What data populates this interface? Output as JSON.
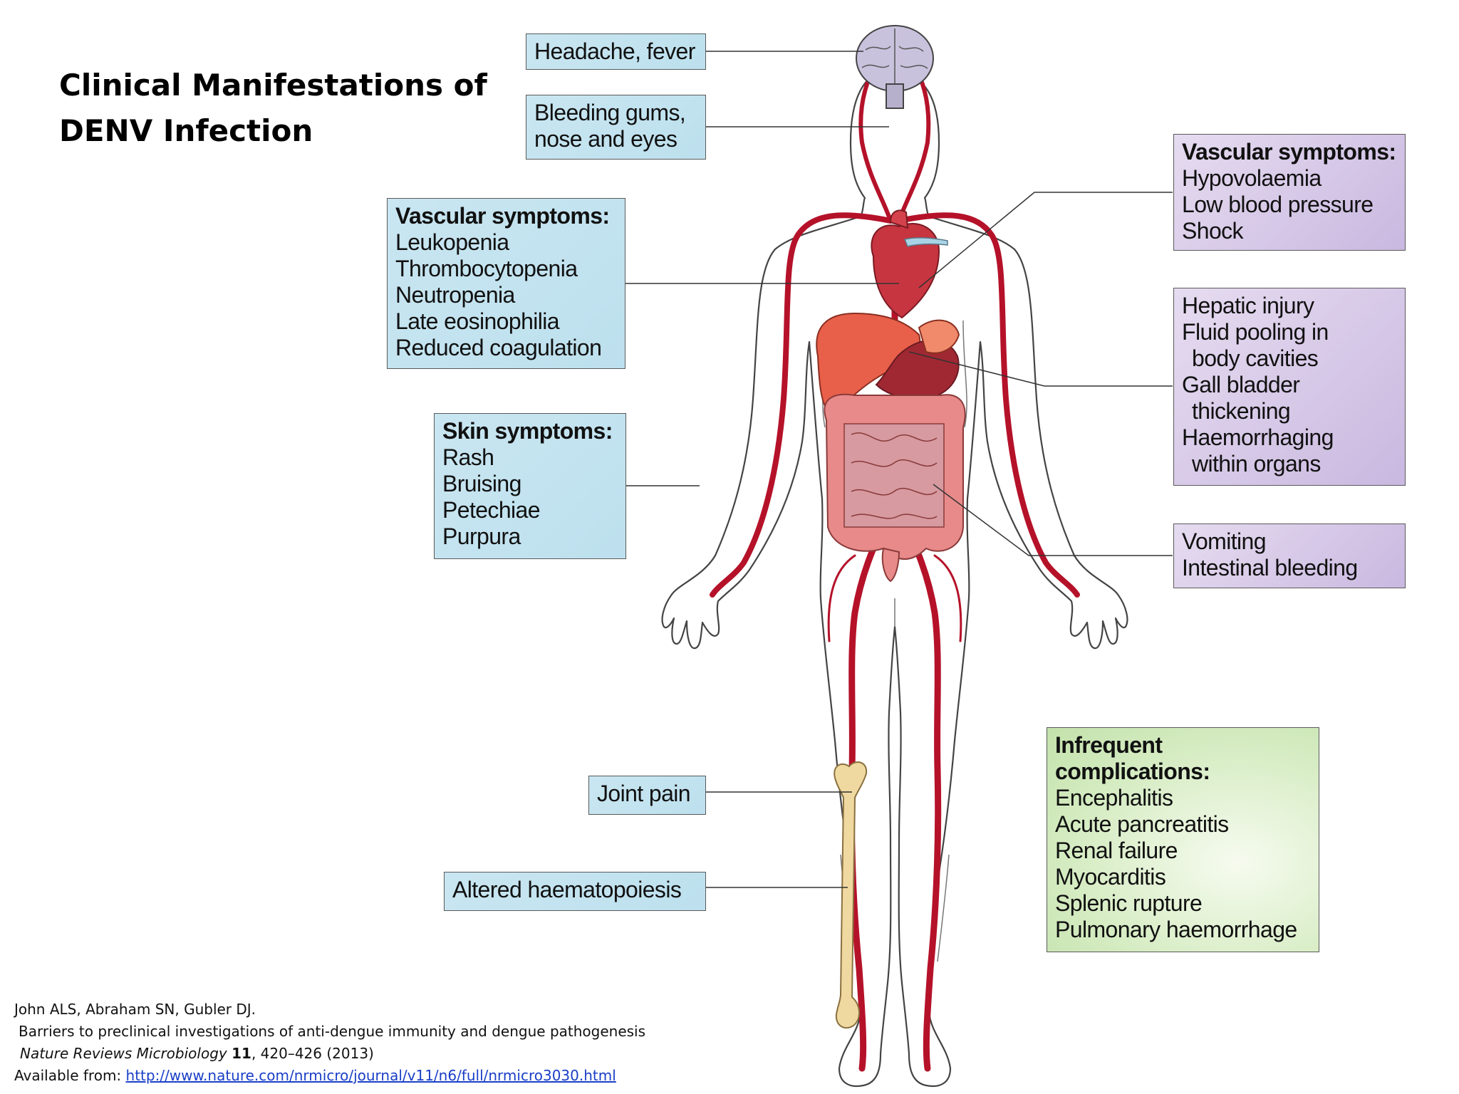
{
  "title": {
    "line1": "Clinical Manifestations of",
    "line2": "DENV Infection"
  },
  "boxes": {
    "headache": {
      "lines": [
        "Headache, fever"
      ]
    },
    "bleeding": {
      "lines": [
        "Bleeding gums,",
        "nose and eyes"
      ]
    },
    "vascular_left": {
      "heading": "Vascular symptoms:",
      "lines": [
        "Leukopenia",
        "Thrombocytopenia",
        "Neutropenia",
        "Late eosinophilia",
        "Reduced coagulation"
      ]
    },
    "skin": {
      "heading": "Skin symptoms:",
      "lines": [
        "Rash",
        "Bruising",
        "Petechiae",
        "Purpura"
      ]
    },
    "joint": {
      "lines": [
        "Joint pain"
      ]
    },
    "haematopoiesis": {
      "lines": [
        "Altered haematopoiesis"
      ]
    },
    "vascular_right": {
      "heading": "Vascular symptoms:",
      "lines": [
        "Hypovolaemia",
        "Low blood pressure",
        "Shock"
      ]
    },
    "hepatic": {
      "lines": [
        "Hepatic injury",
        "Fluid pooling in",
        "body cavities",
        "Gall bladder",
        "thickening",
        "Haemorrhaging",
        "within organs"
      ]
    },
    "vomiting": {
      "lines": [
        "Vomiting",
        "Intestinal bleeding"
      ]
    },
    "infrequent": {
      "heading1": "Infrequent",
      "heading2": "complications:",
      "lines": [
        "Encephalitis",
        "Acute pancreatitis",
        "Renal failure",
        "Myocarditis",
        "Splenic rupture",
        "Pulmonary haemorrhage"
      ]
    }
  },
  "reference": {
    "authors": "John ALS, Abraham SN, Gubler DJ.",
    "article": "Barriers to preclinical investigations of anti-dengue immunity and dengue pathogenesis",
    "journal": "Nature Reviews Microbiology",
    "volume": "11",
    "pages": ", 420–426 (2013)",
    "available_label": "Available from: ",
    "url": "http://www.nature.com/nrmicro/journal/v11/n6/full/nrmicro3030.html"
  },
  "colors": {
    "artery": "#b5122a",
    "box_blue": "#c4e3ef",
    "box_purple": "#d7c9e8",
    "box_green": "#cfe8bb",
    "bone": "#f0d9a0",
    "liver": "#e8604a",
    "intestine": "#e88a8a"
  }
}
